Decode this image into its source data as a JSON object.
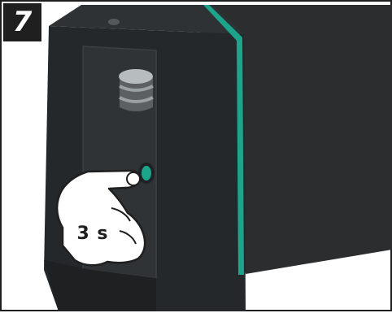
{
  "step": {
    "number": "7"
  },
  "instruction": {
    "duration_label": "3 s"
  },
  "device": {
    "body_color": "#2b2d2f",
    "accent_color": "#1aa68a",
    "button_color": "#1aa68a"
  },
  "icons": {
    "device": "device-illustration",
    "hand": "pointing-hand-icon",
    "button": "round-button-icon"
  }
}
